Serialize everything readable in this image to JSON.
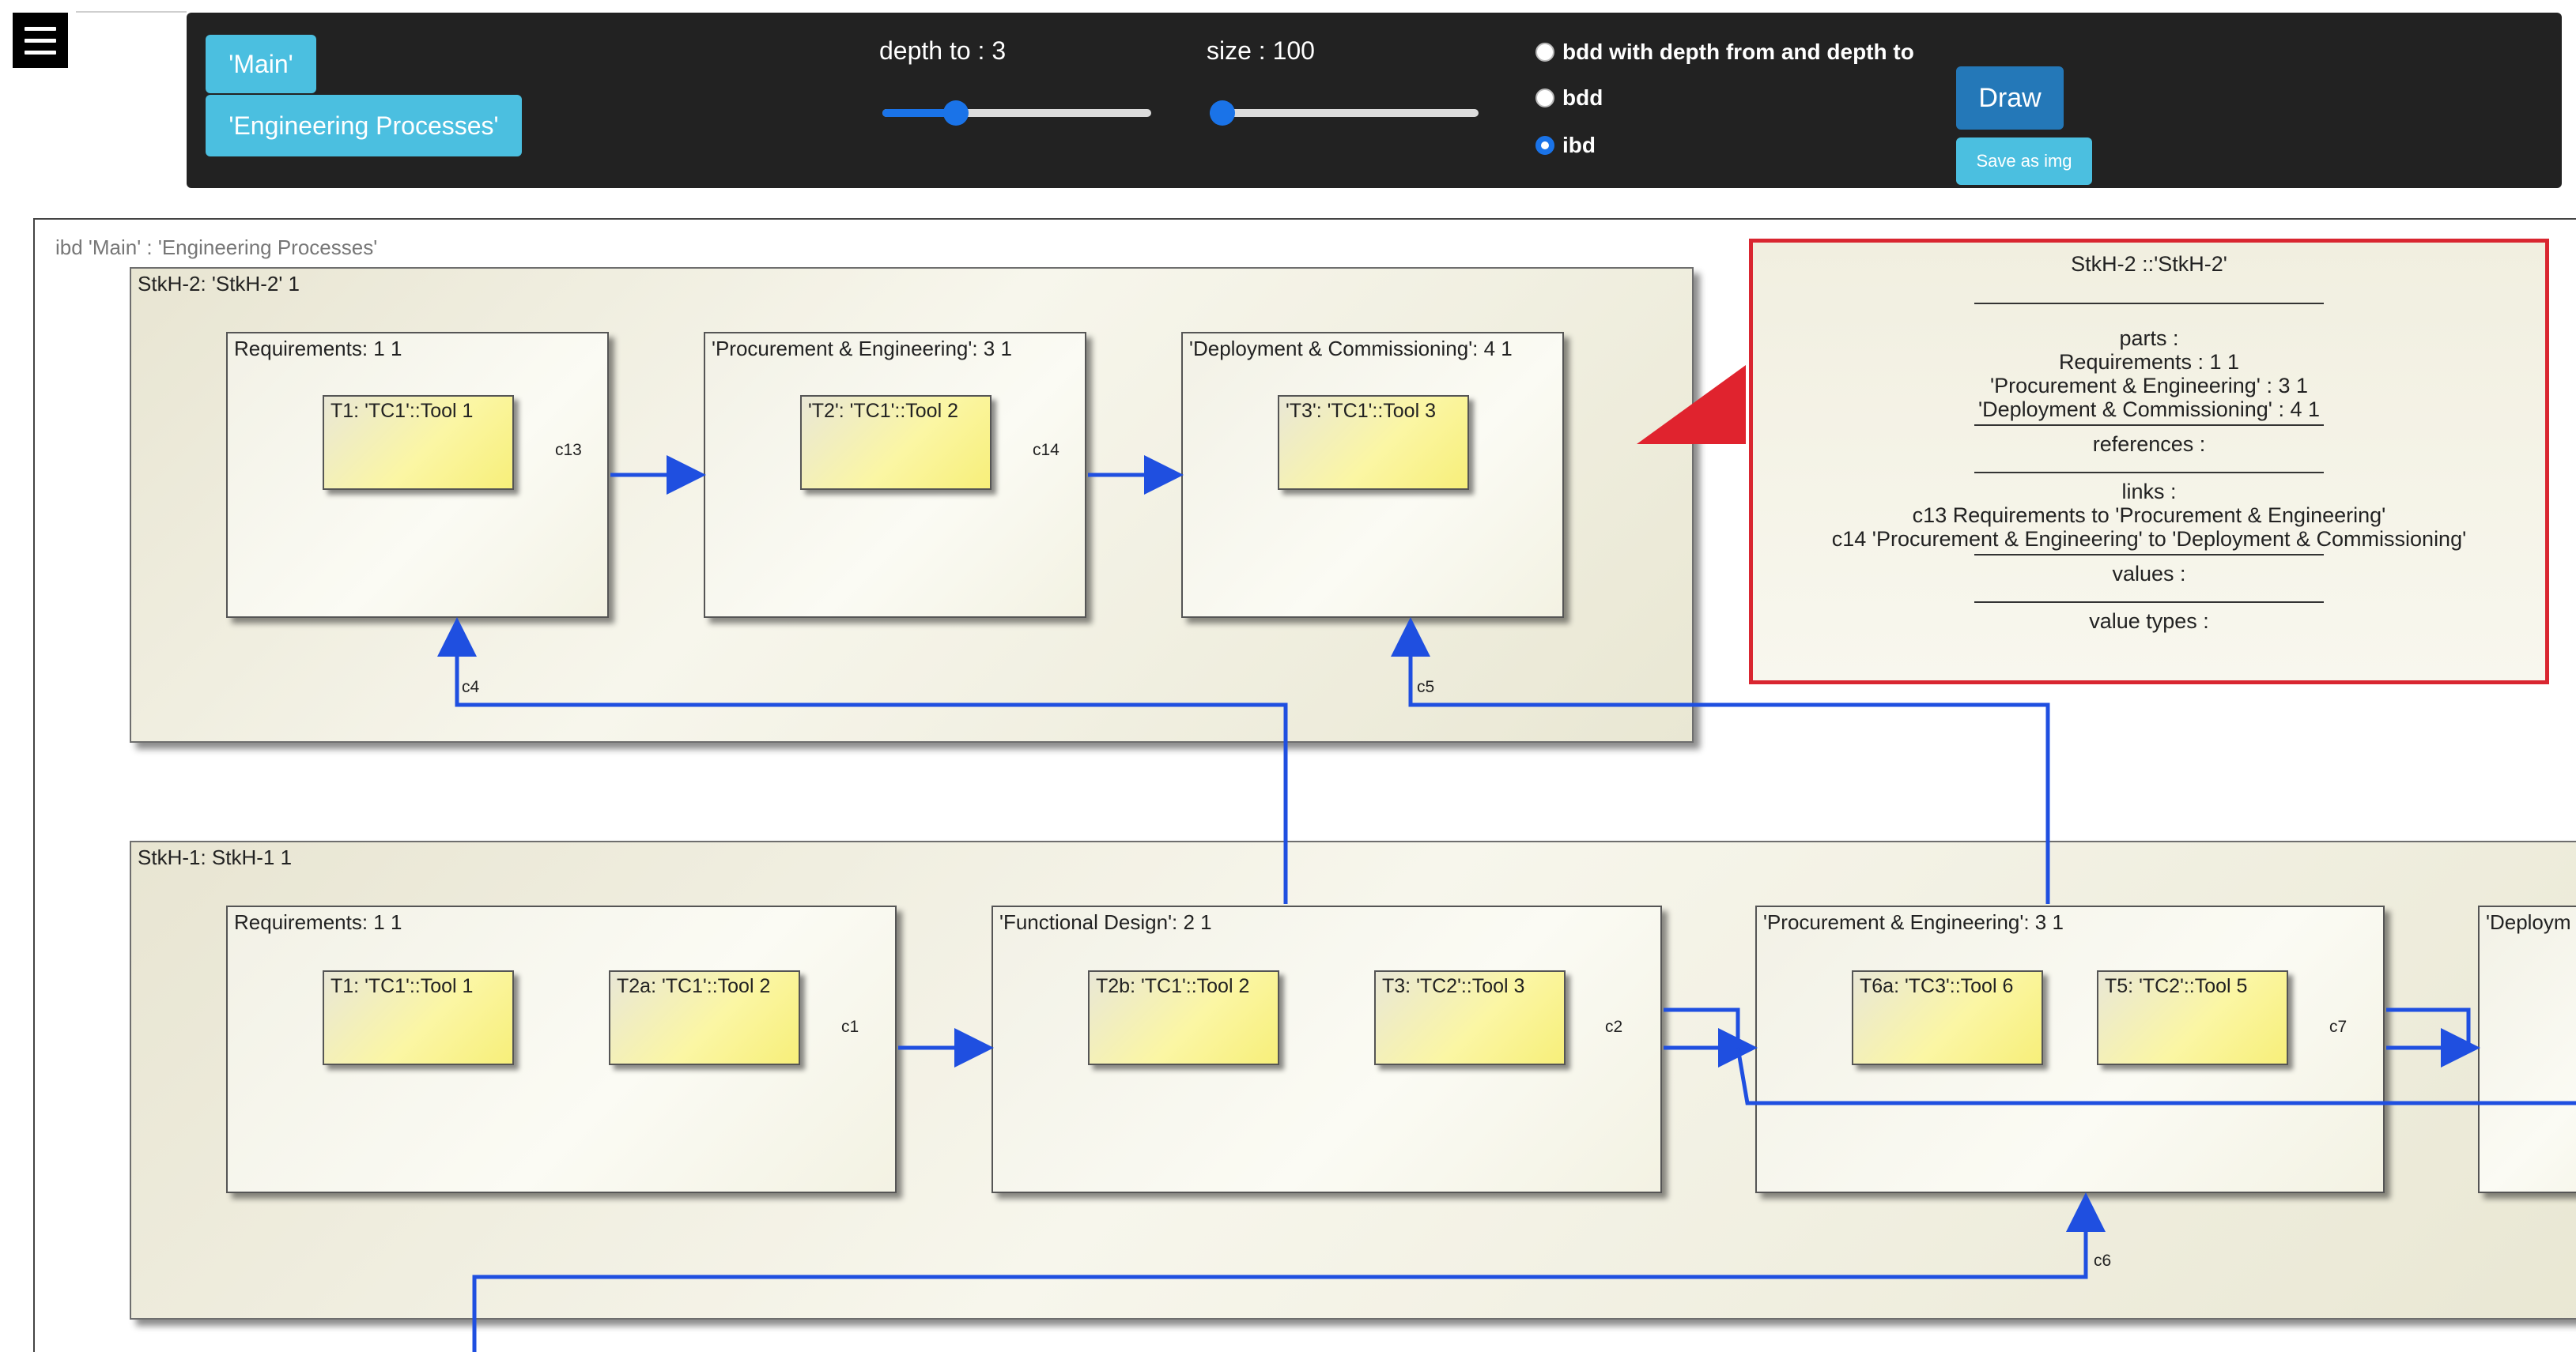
{
  "toolbar": {
    "main_button": "'Main'",
    "process_button": "'Engineering Processes'",
    "depth_label": "depth to : 3",
    "depth_value": 3,
    "size_label": "size : 100",
    "size_value": 100,
    "radio_options": [
      {
        "label": "bdd with depth from and depth to",
        "selected": false
      },
      {
        "label": "bdd",
        "selected": false
      },
      {
        "label": "ibd",
        "selected": true
      }
    ],
    "draw_button": "Draw",
    "save_button": "Save as img"
  },
  "diagram": {
    "title": "ibd 'Main' : 'Engineering Processes'",
    "stkh2": {
      "label": "StkH-2: 'StkH-2' 1",
      "parts": [
        {
          "label": "Requirements: 1 1",
          "tools": [
            "T1: 'TC1'::Tool 1"
          ]
        },
        {
          "label": "'Procurement & Engineering': 3 1",
          "tools": [
            "'T2': 'TC1'::Tool 2"
          ]
        },
        {
          "label": "'Deployment & Commissioning': 4 1",
          "tools": [
            "'T3': 'TC1'::Tool 3"
          ]
        }
      ]
    },
    "stkh1": {
      "label": "StkH-1: StkH-1 1",
      "parts": [
        {
          "label": "Requirements: 1 1",
          "tools": [
            "T1: 'TC1'::Tool 1",
            "T2a: 'TC1'::Tool 2"
          ]
        },
        {
          "label": "'Functional Design': 2 1",
          "tools": [
            "T2b: 'TC1'::Tool 2",
            "T3: 'TC2'::Tool 3"
          ]
        },
        {
          "label": "'Procurement & Engineering': 3 1",
          "tools": [
            "T6a: 'TC3'::Tool 6",
            "T5: 'TC2'::Tool 5"
          ]
        },
        {
          "label": "'Deploym",
          "tools": []
        }
      ]
    },
    "connectors": {
      "c13": "c13",
      "c14": "c14",
      "c4": "c4",
      "c5": "c5",
      "c1": "c1",
      "c2": "c2",
      "c7": "c7",
      "c6": "c6"
    },
    "connector_color": "#1f4fe0"
  },
  "info_panel": {
    "title": "StkH-2 ::'StkH-2'",
    "parts_heading": "parts :",
    "parts": [
      "Requirements : 1 1",
      "'Procurement & Engineering' : 3 1",
      "'Deployment & Commissioning' : 4 1"
    ],
    "references_heading": "references :",
    "links_heading": "links :",
    "links": [
      "c13  Requirements to 'Procurement & Engineering'",
      "c14  'Procurement & Engineering' to 'Deployment & Commissioning'"
    ],
    "values_heading": "values :",
    "value_types_heading": "value types :",
    "border_color": "#d92630"
  }
}
